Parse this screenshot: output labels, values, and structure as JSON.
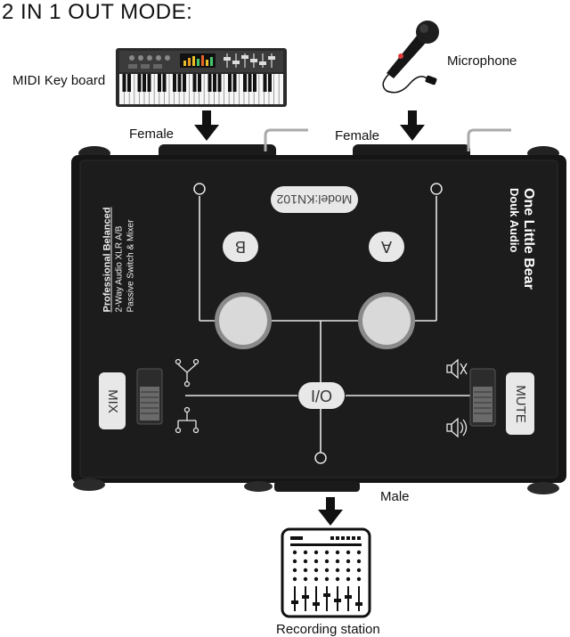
{
  "heading": "2 IN 1 OUT MODE:",
  "labels": {
    "midi_keyboard": "MIDI Key board",
    "microphone": "Microphone",
    "female_left": "Female",
    "female_right": "Female",
    "male": "Male",
    "recording_station": "Recording station"
  },
  "device": {
    "model": "Model:KN102",
    "input_b": "B",
    "input_a": "A",
    "power": "O/I",
    "mix": "MIX",
    "mute": "MUTE",
    "brand_line1": "One Little Bear",
    "brand_line2": "Douk Audio",
    "desc_line1": "Professional Belanced",
    "desc_line2": "2-Way Audio XLR A/B",
    "desc_line3": "Passive Switch & Mixer"
  },
  "colors": {
    "device_body": "#151515",
    "panel_line": "#e6e6e6",
    "arrow": "#111111",
    "knob": "#d9d9d9"
  },
  "icons": [
    "keyboard-icon",
    "microphone-icon",
    "mixer-console-icon",
    "speaker-mute-icon",
    "speaker-icon",
    "split-icon",
    "merge-icon"
  ]
}
